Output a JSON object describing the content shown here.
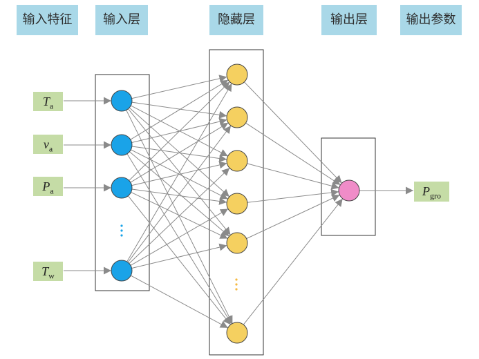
{
  "headers": {
    "input_features": "输入特征",
    "input_layer": "输入层",
    "hidden_layer": "隐藏层",
    "output_layer": "输出层",
    "output_params": "输出参数"
  },
  "inputs": [
    {
      "symbol": "T",
      "sub": "a"
    },
    {
      "symbol": "v",
      "sub": "a"
    },
    {
      "symbol": "P",
      "sub": "a"
    },
    {
      "symbol": "T",
      "sub": "w"
    }
  ],
  "output": {
    "symbol": "P",
    "sub": "gro"
  },
  "colors": {
    "header_bg": "#a9d8e8",
    "label_bg": "#c5dca6",
    "input_node": "#1aa3e8",
    "hidden_node": "#f5d060",
    "output_node": "#f08cc8",
    "edge": "#8a8a8a"
  }
}
